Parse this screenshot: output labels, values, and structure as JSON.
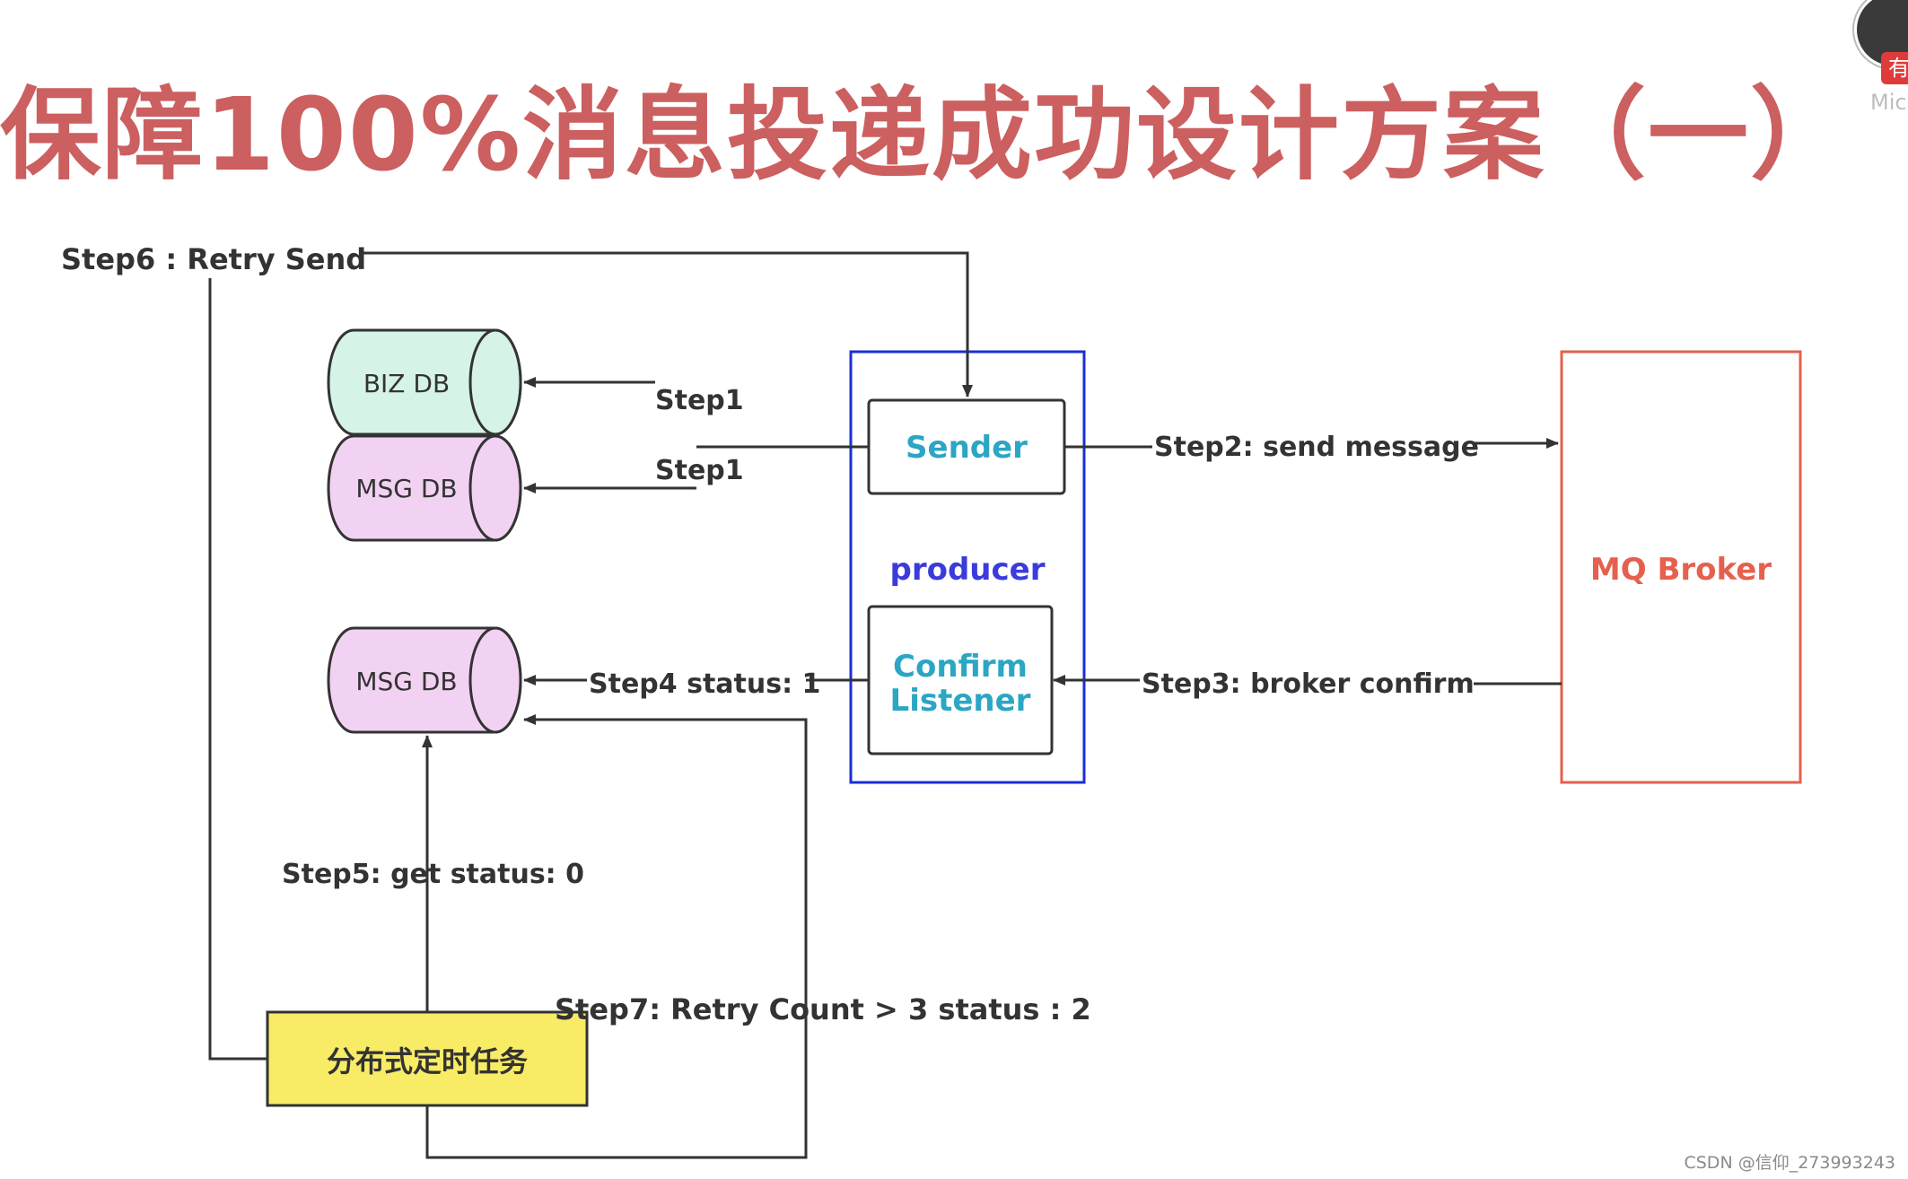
{
  "title": "保障100%消息投递成功设计方案（一）",
  "nodes": {
    "biz_db": "BIZ DB",
    "msg_db_top": "MSG DB",
    "msg_db_bottom": "MSG DB",
    "sender": "Sender",
    "producer": "producer",
    "confirm_listener": [
      "Confirm",
      "Listener"
    ],
    "mq_broker": "MQ Broker",
    "scheduler": "分布式定时任务"
  },
  "edges": {
    "step1_biz": "Step1",
    "step1_msg": "Step1",
    "step2": "Step2:  send message",
    "step3": "Step3:  broker confirm",
    "step4": "Step4 status: 1",
    "step5": "Step5: get status:  0",
    "step6": "Step6 :  Retry Send",
    "step7": "Step7: Retry Count  >  3 status : 2"
  },
  "overlay": {
    "avatar_badge": "有",
    "avatar_name": "Mic",
    "watermark": "CSDN @信仰_273993243"
  },
  "colors": {
    "title": "#cc5f5f",
    "biz_db_fill": "#d5f3e6",
    "msg_db_fill": "#f2d2f2",
    "producer_border": "#1a2fd6",
    "producer_text": "#3b3bdc",
    "sender_text": "#2ba6c4",
    "broker_border": "#e5604d",
    "broker_text": "#e5604d",
    "scheduler_fill": "#f8ec67",
    "line": "#333333"
  }
}
